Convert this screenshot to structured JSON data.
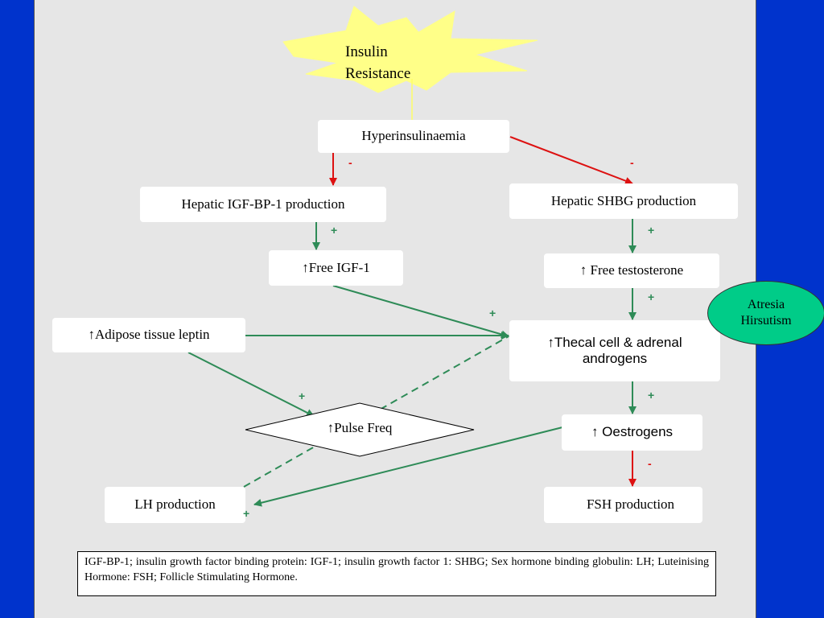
{
  "burst": {
    "line1": "Insulin",
    "line2": "Resistance"
  },
  "nodes": {
    "hyperinsulinaemia": "Hyperinsulinaemia",
    "hepatic_igf": "Hepatic IGF-BP-1 production",
    "hepatic_shbg": "Hepatic SHBG production",
    "free_igf": "↑Free IGF-1",
    "free_testosterone": "↑ Free testosterone",
    "adipose_leptin": "↑Adipose tissue leptin",
    "thecal_line1": "↑Thecal cell & adrenal",
    "thecal_line2": "androgens",
    "pulse_freq": "↑Pulse Freq",
    "oestrogens": "↑ Oestrogens",
    "lh": "LH production",
    "fsh": "FSH production"
  },
  "outcome": {
    "line1": "Atresia",
    "line2": "Hirsutism"
  },
  "signs": {
    "plus": "+",
    "minus": "-"
  },
  "legend": "IGF-BP-1; insulin growth factor binding protein: IGF-1; insulin growth factor 1: SHBG; Sex hormone binding globulin: LH; Luteinising Hormone: FSH; Follicle Stimulating Hormone.",
  "colors": {
    "positive": "#2e8b57",
    "negative": "#dd1111",
    "burst": "#ffff88",
    "outcome": "#00cc88",
    "frame": "#0033cc"
  }
}
